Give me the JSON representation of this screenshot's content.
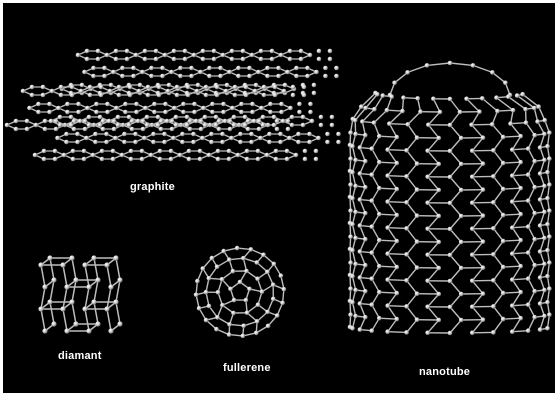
{
  "captions": {
    "graphite": "graphite",
    "diamant": "diamant",
    "fullerene": "fullerene",
    "nanotube": "nanotube"
  },
  "colors": {
    "background": "#000000",
    "frame": "#ffffff",
    "atom": "#d9d9d9",
    "bond": "#bdbdbd",
    "caption": "#ffffff"
  }
}
